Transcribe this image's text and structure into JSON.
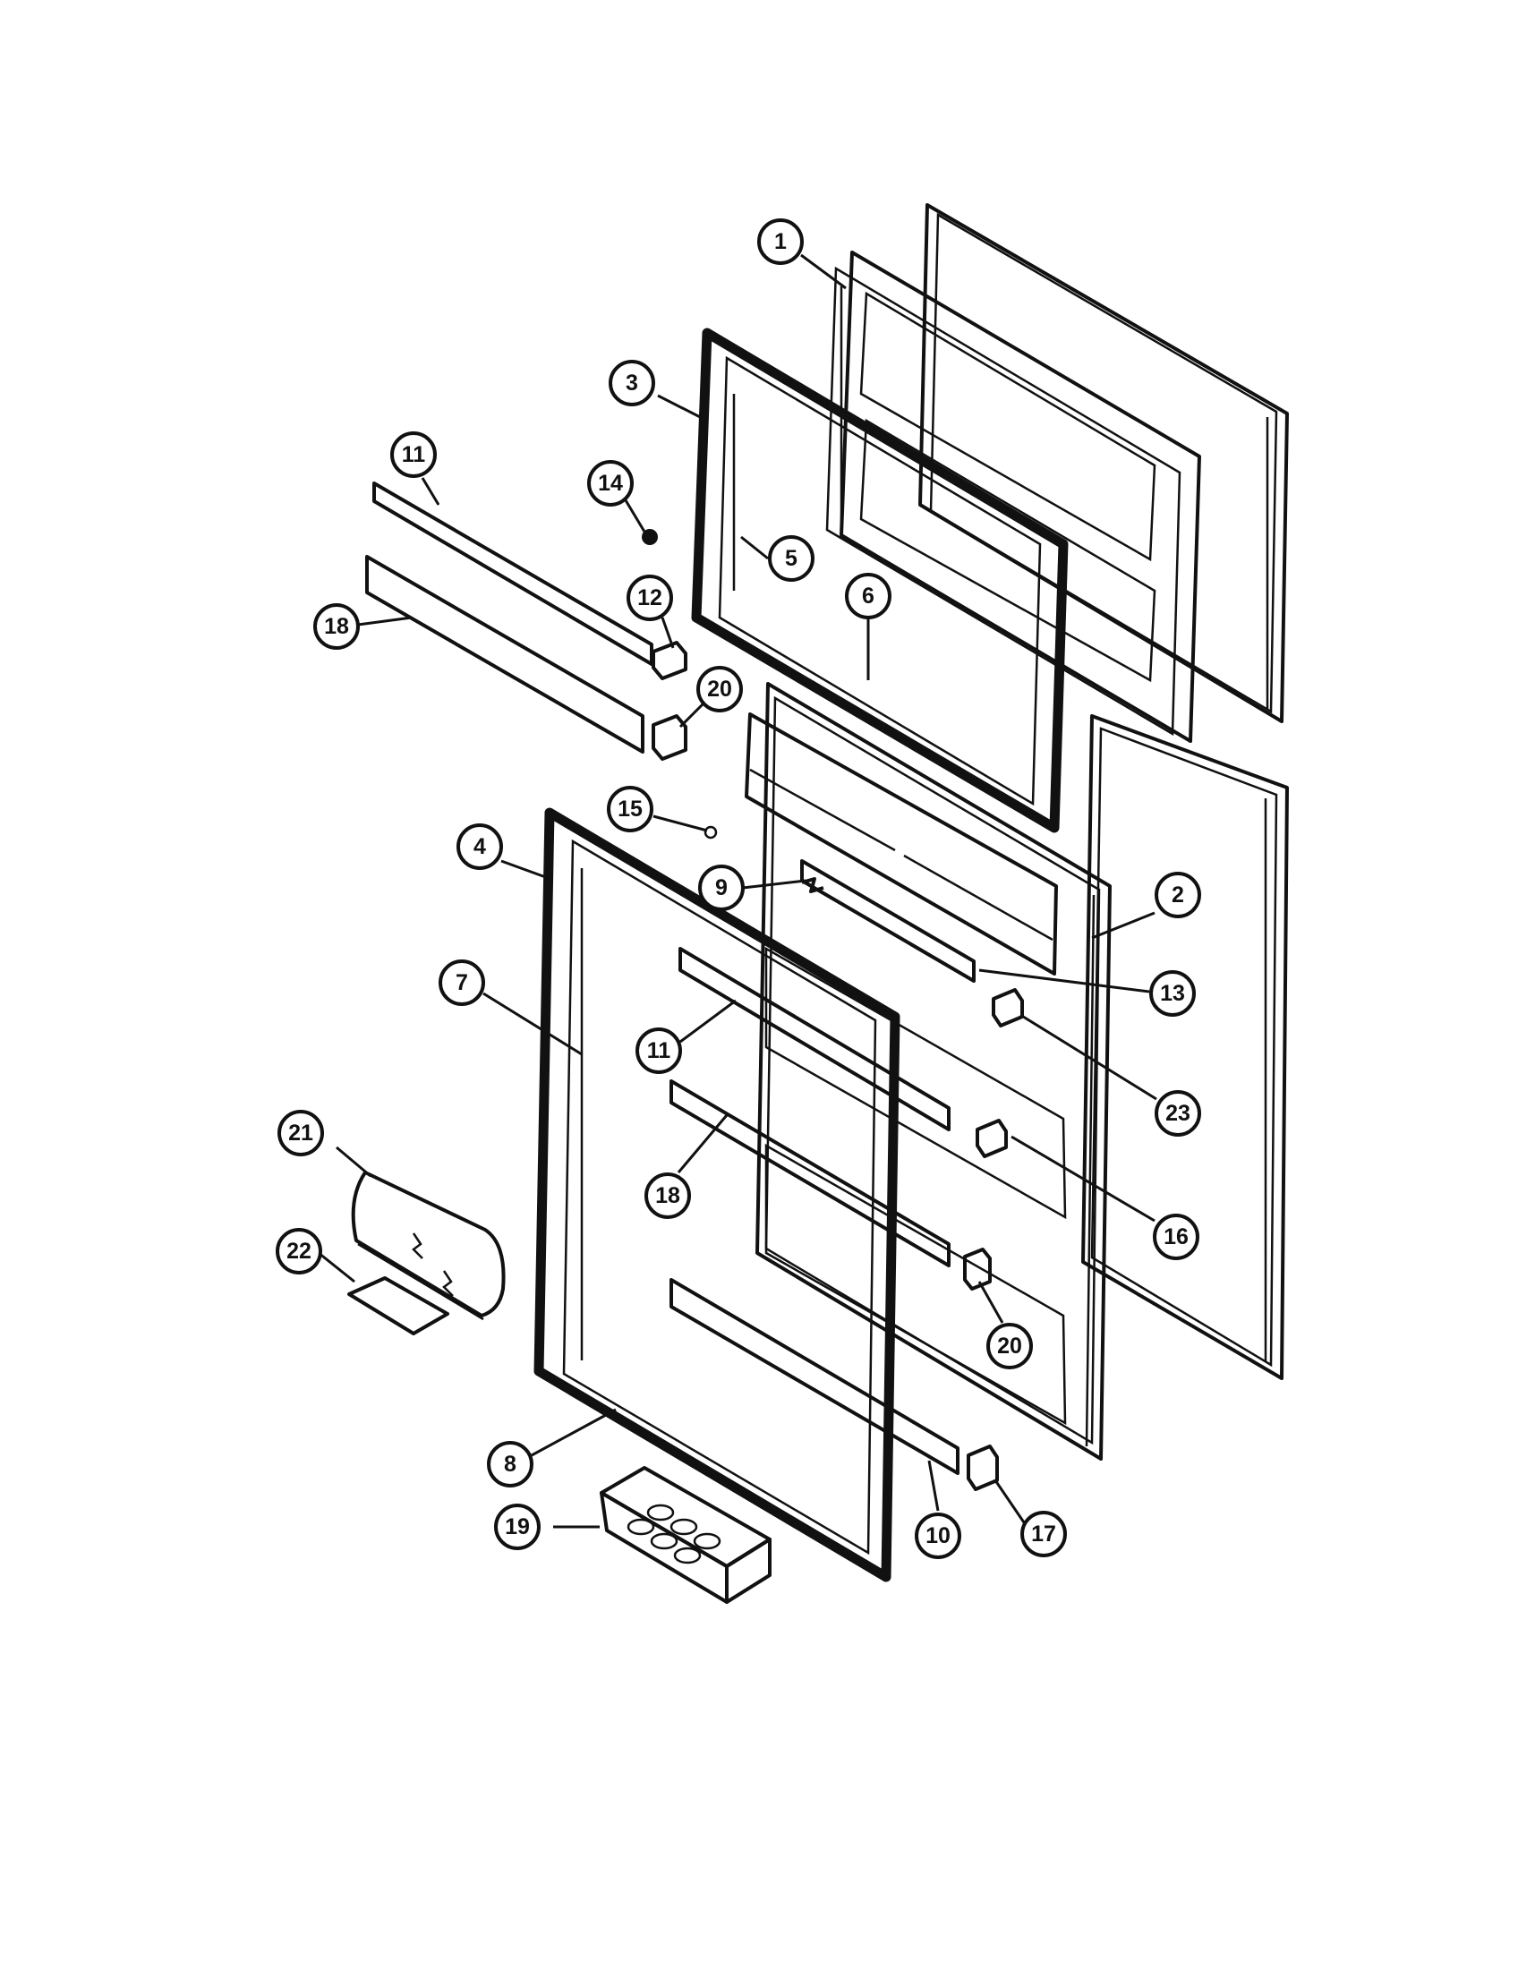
{
  "diagram": {
    "type": "exploded-parts-view",
    "callouts": [
      {
        "id": "callout-1",
        "label": "1"
      },
      {
        "id": "callout-2",
        "label": "2"
      },
      {
        "id": "callout-3",
        "label": "3"
      },
      {
        "id": "callout-4",
        "label": "4"
      },
      {
        "id": "callout-5",
        "label": "5"
      },
      {
        "id": "callout-6",
        "label": "6"
      },
      {
        "id": "callout-7",
        "label": "7"
      },
      {
        "id": "callout-8",
        "label": "8"
      },
      {
        "id": "callout-9",
        "label": "9"
      },
      {
        "id": "callout-10",
        "label": "10"
      },
      {
        "id": "callout-11a",
        "label": "11"
      },
      {
        "id": "callout-11b",
        "label": "11"
      },
      {
        "id": "callout-12",
        "label": "12"
      },
      {
        "id": "callout-13",
        "label": "13"
      },
      {
        "id": "callout-14",
        "label": "14"
      },
      {
        "id": "callout-15",
        "label": "15"
      },
      {
        "id": "callout-16",
        "label": "16"
      },
      {
        "id": "callout-17",
        "label": "17"
      },
      {
        "id": "callout-18a",
        "label": "18"
      },
      {
        "id": "callout-18b",
        "label": "18"
      },
      {
        "id": "callout-19",
        "label": "19"
      },
      {
        "id": "callout-20a",
        "label": "20"
      },
      {
        "id": "callout-20b",
        "label": "20"
      },
      {
        "id": "callout-21",
        "label": "21"
      },
      {
        "id": "callout-22",
        "label": "22"
      },
      {
        "id": "callout-23",
        "label": "23"
      }
    ]
  },
  "colors": {
    "ink": "#111111",
    "paper": "#ffffff"
  }
}
